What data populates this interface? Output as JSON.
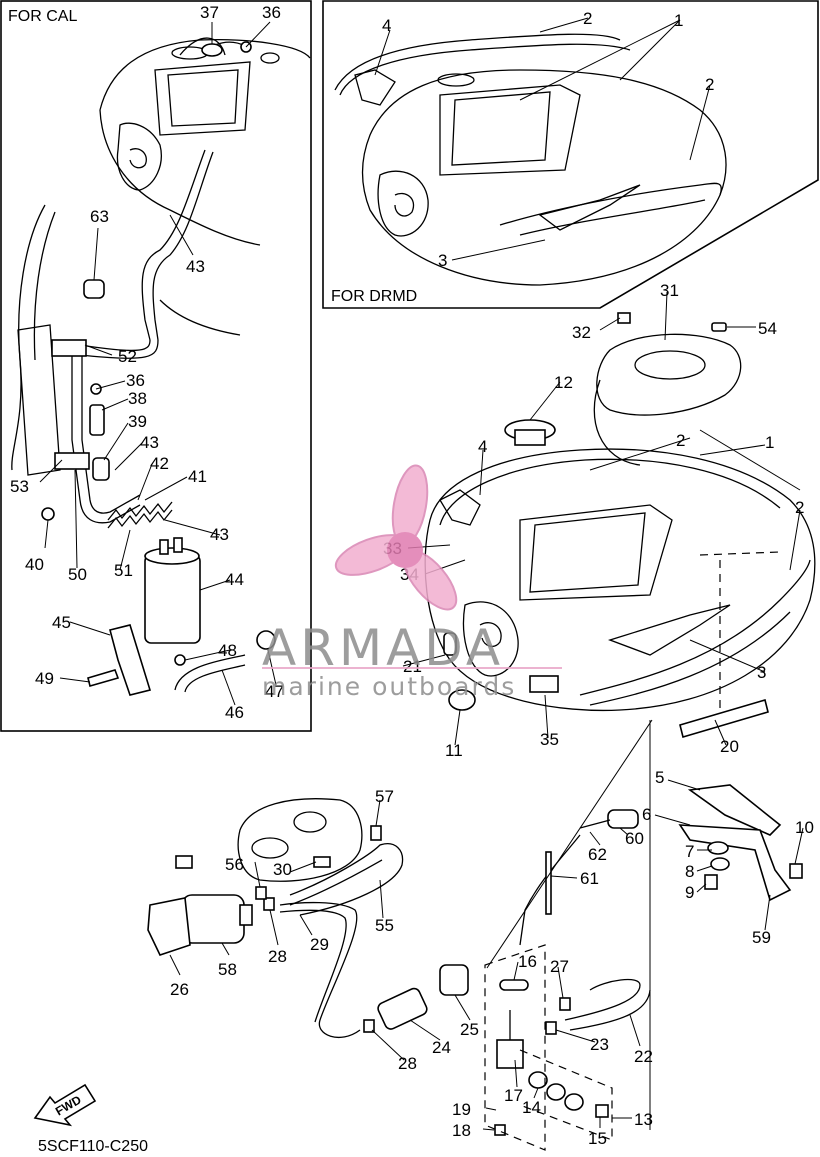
{
  "diagram": {
    "panels": {
      "cal": "FOR CAL",
      "drmd": "FOR DRMD"
    },
    "drawing_code": "5SCF110-C250",
    "fwd_label": "FWD",
    "watermark": {
      "brand": "ARMADA",
      "tagline": "marine outboards"
    },
    "callouts": [
      "37",
      "36",
      "63",
      "43",
      "52",
      "36",
      "38",
      "39",
      "43",
      "42",
      "41",
      "53",
      "43",
      "40",
      "50",
      "51",
      "44",
      "45",
      "48",
      "49",
      "47",
      "46",
      "2",
      "1",
      "4",
      "2",
      "3",
      "31",
      "32",
      "54",
      "12",
      "4",
      "2",
      "1",
      "2",
      "33",
      "34",
      "21",
      "3",
      "11",
      "35",
      "20",
      "5",
      "6",
      "10",
      "7",
      "8",
      "9",
      "59",
      "57",
      "56",
      "30",
      "55",
      "62",
      "60",
      "61",
      "58",
      "26",
      "28",
      "29",
      "16",
      "27",
      "25",
      "24",
      "22",
      "23",
      "28",
      "17",
      "14",
      "19",
      "13",
      "18",
      "15"
    ]
  }
}
